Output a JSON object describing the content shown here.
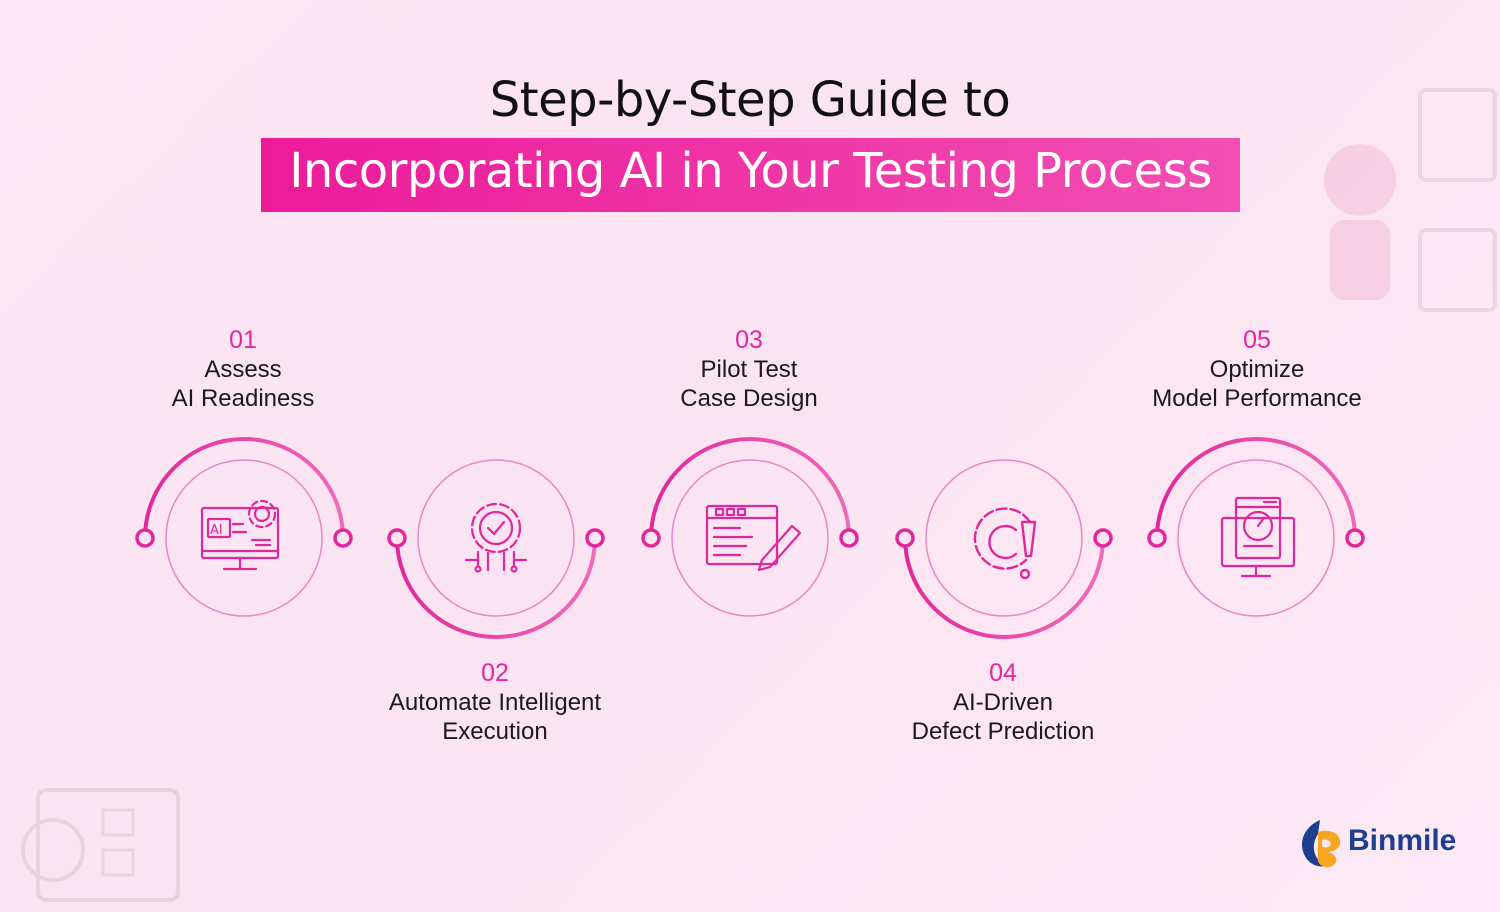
{
  "title": {
    "line1": "Step-by-Step Guide to",
    "line2": "Incorporating AI in Your Testing Process"
  },
  "steps": [
    {
      "number": "01",
      "line1": "Assess",
      "line2": "AI Readiness",
      "icon": "ai-monitor-gear-icon"
    },
    {
      "number": "02",
      "line1": "Automate Intelligent",
      "line2": "Execution",
      "icon": "gear-check-circuit-icon"
    },
    {
      "number": "03",
      "line1": "Pilot Test",
      "line2": "Case Design",
      "icon": "document-pencil-icon"
    },
    {
      "number": "04",
      "line1": "AI-Driven",
      "line2": "Defect Prediction",
      "icon": "gear-alert-icon"
    },
    {
      "number": "05",
      "line1": "Optimize",
      "line2": "Model Performance",
      "icon": "monitor-speedometer-icon"
    }
  ],
  "brand": {
    "name": "Binmile",
    "logo_icon": "binmile-logo-icon"
  },
  "colors": {
    "accent": "#e4279f",
    "title_box": "#ec1b9a",
    "text": "#1a1a1a",
    "brand": "#1e3f8f"
  }
}
